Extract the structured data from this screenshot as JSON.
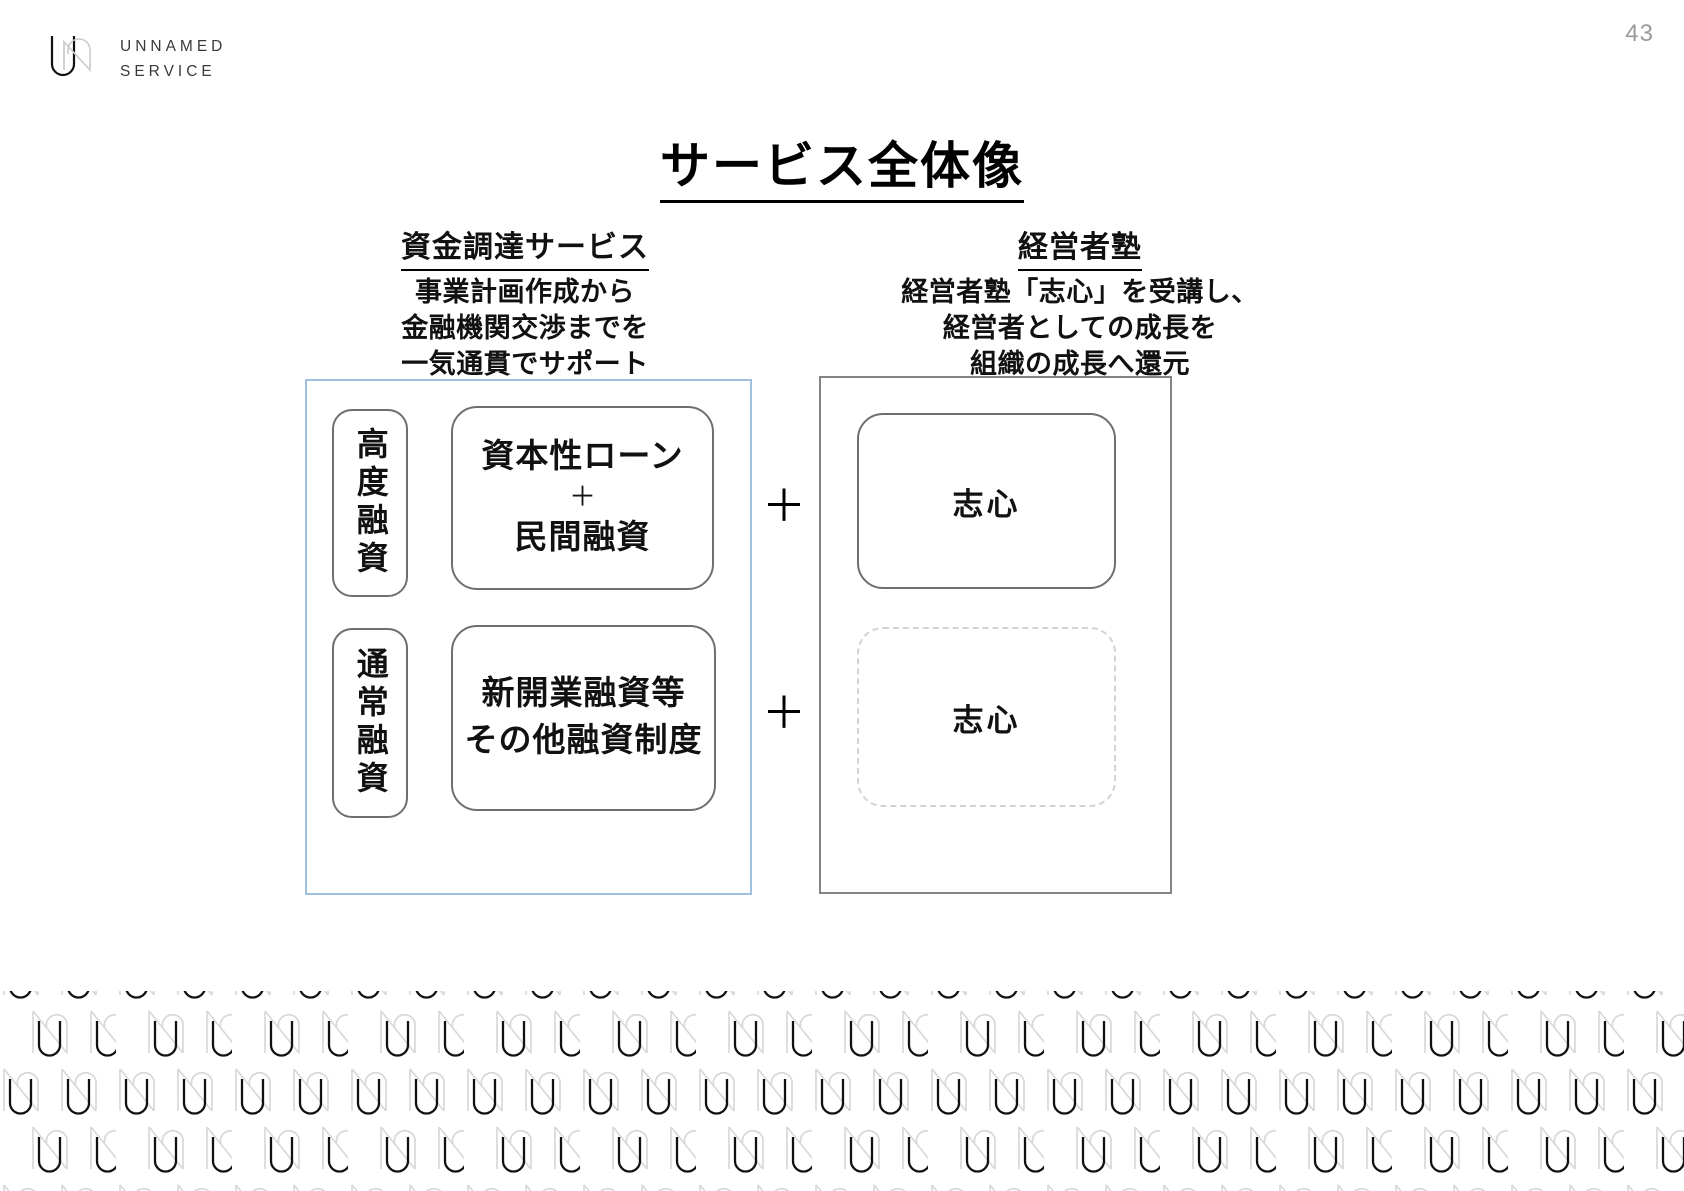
{
  "brand": {
    "logo_line1": "UNNAMED",
    "logo_line2": "SERVICE",
    "logo_mark": "un-monogram-icon"
  },
  "page": {
    "number": "43",
    "title": "サービス全体像"
  },
  "columns": [
    {
      "id": "funding",
      "title": "資金調達サービス",
      "subtitle_lines": [
        "事業計画作成から",
        "金融機関交渉までを",
        "一気通貫でサポート"
      ],
      "panel_border_color": "#9fc0de",
      "rows": [
        {
          "label": "高度融資",
          "body_lines": [
            "資本性ローン",
            "＋",
            "民間融資"
          ],
          "connector": "＋"
        },
        {
          "label": "通常融資",
          "body_lines": [
            "新開業融資等",
            "その他融資制度"
          ],
          "connector": "＋"
        }
      ]
    },
    {
      "id": "school",
      "title": "経営者塾",
      "subtitle_lines": [
        "経営者塾「志心」を受講し、",
        "経営者としての成長を",
        "組織の成長へ還元"
      ],
      "panel_border_color": "#848484",
      "boxes": [
        {
          "label": "志心",
          "border_style": "solid",
          "border_color": "#6f6f6f"
        },
        {
          "label": "志心",
          "border_style": "dashed",
          "border_color": "#d3d3d3"
        }
      ]
    }
  ],
  "footer": {
    "pattern_name": "un-logo-repeat-pattern",
    "dark_color": "#111111",
    "light_color": "#d8d8d8"
  }
}
